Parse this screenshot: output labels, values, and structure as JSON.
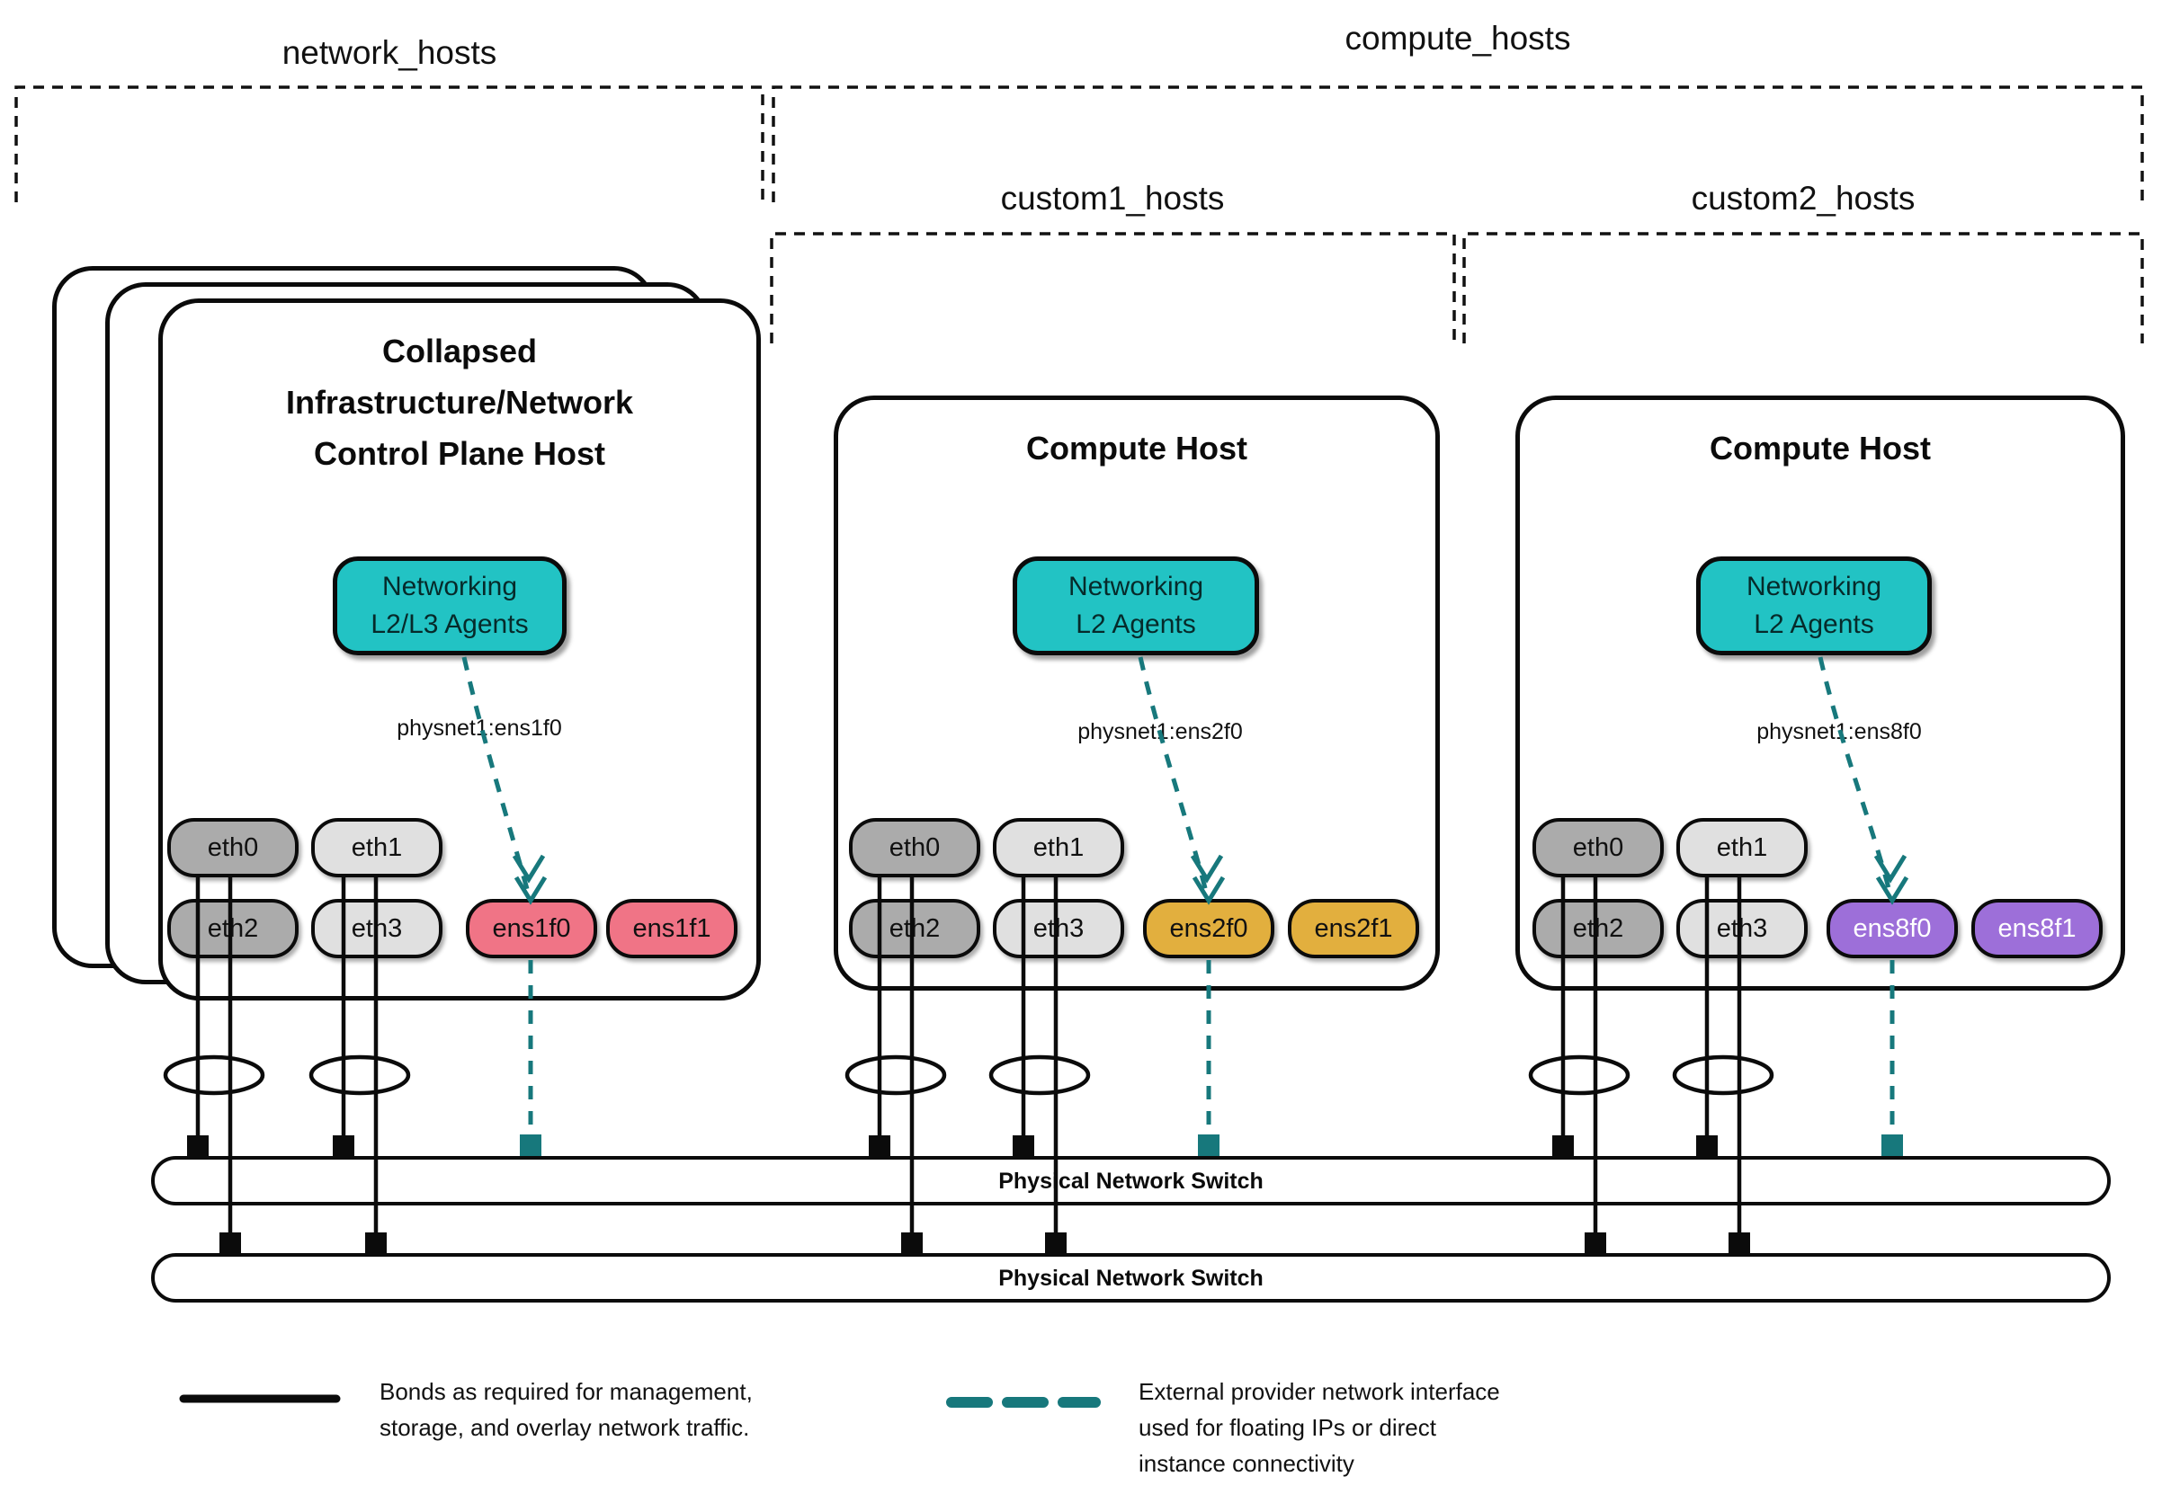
{
  "groups": {
    "network_hosts": {
      "label": "network_hosts"
    },
    "compute_hosts": {
      "label": "compute_hosts"
    },
    "custom1_hosts": {
      "label": "custom1_hosts"
    },
    "custom2_hosts": {
      "label": "custom2_hosts"
    }
  },
  "hosts": [
    {
      "id": "collapsed-control-plane-host",
      "title_lines": [
        "Collapsed",
        "Infrastructure/Network",
        "Control Plane Host"
      ],
      "agent_lines": [
        "Networking",
        "L2/L3 Agents"
      ],
      "physnet_label": "physnet1:ens1f0",
      "interfaces": [
        {
          "label": "eth0",
          "color": "#ABABAB",
          "text": "#111111"
        },
        {
          "label": "eth1",
          "color": "#E0E0E0",
          "text": "#111111"
        },
        {
          "label": "eth2",
          "color": "#ABABAB",
          "text": "#111111"
        },
        {
          "label": "eth3",
          "color": "#E0E0E0",
          "text": "#111111"
        },
        {
          "label": "ens1f0",
          "color": "#F07486",
          "text": "#111111"
        },
        {
          "label": "ens1f1",
          "color": "#F07486",
          "text": "#111111"
        }
      ]
    },
    {
      "id": "compute-host-1",
      "title_lines": [
        "Compute Host"
      ],
      "agent_lines": [
        "Networking",
        "L2 Agents"
      ],
      "physnet_label": "physnet1:ens2f0",
      "interfaces": [
        {
          "label": "eth0",
          "color": "#ABABAB",
          "text": "#111111"
        },
        {
          "label": "eth1",
          "color": "#E0E0E0",
          "text": "#111111"
        },
        {
          "label": "eth2",
          "color": "#ABABAB",
          "text": "#111111"
        },
        {
          "label": "eth3",
          "color": "#E0E0E0",
          "text": "#111111"
        },
        {
          "label": "ens2f0",
          "color": "#E2AF3E",
          "text": "#111111"
        },
        {
          "label": "ens2f1",
          "color": "#E2AF3E",
          "text": "#111111"
        }
      ]
    },
    {
      "id": "compute-host-2",
      "title_lines": [
        "Compute Host"
      ],
      "agent_lines": [
        "Networking",
        "L2 Agents"
      ],
      "physnet_label": "physnet1:ens8f0",
      "interfaces": [
        {
          "label": "eth0",
          "color": "#ABABAB",
          "text": "#111111"
        },
        {
          "label": "eth1",
          "color": "#E0E0E0",
          "text": "#111111"
        },
        {
          "label": "eth2",
          "color": "#ABABAB",
          "text": "#111111"
        },
        {
          "label": "eth3",
          "color": "#E0E0E0",
          "text": "#111111"
        },
        {
          "label": "ens8f0",
          "color": "#9D6FD9",
          "text": "#FFFFFF"
        },
        {
          "label": "ens8f1",
          "color": "#9D6FD9",
          "text": "#FFFFFF"
        }
      ]
    }
  ],
  "switches": [
    {
      "label": "Physical Network Switch"
    },
    {
      "label": "Physical Network Switch"
    }
  ],
  "legend": {
    "bond_lines": [
      "Bonds as required for management,",
      "storage, and overlay network traffic."
    ],
    "provider_lines": [
      "External provider network interface",
      "used for floating IPs or direct",
      "instance connectivity"
    ]
  },
  "colors": {
    "ink": "#0B0B0B",
    "agent_fill": "#22C3C4",
    "provider_teal": "#17787C",
    "eth_dark": "#ABABAB",
    "eth_light": "#E0E0E0",
    "ens1_pink": "#F07486",
    "ens2_gold": "#E2AF3E",
    "ens8_purple": "#9D6FD9"
  }
}
